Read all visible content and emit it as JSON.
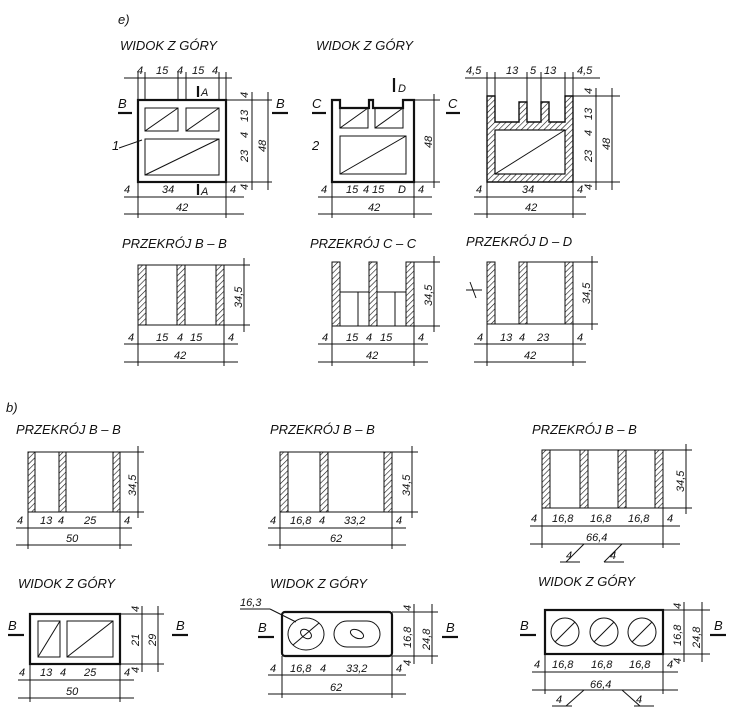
{
  "section_a": {
    "label": "e)",
    "view1": {
      "title": "WIDOK Z GÓRY",
      "top_dims": [
        "4",
        "15",
        "4",
        "15",
        "4"
      ],
      "right_dims": [
        "4",
        "13",
        "4",
        "23",
        "4"
      ],
      "right_total": "48",
      "bottom_dims": [
        "4",
        "34",
        "4"
      ],
      "bottom_total": "42",
      "cut_left": "B",
      "cut_right": "B",
      "cut_top": "A",
      "cut_bottom": "A",
      "callout": "1"
    },
    "view2": {
      "title": "WIDOK Z GÓRY",
      "right_total": "48",
      "bottom_dims": [
        "4",
        "15",
        "4",
        "15",
        "D",
        "4"
      ],
      "bottom_total": "42",
      "cut_left": "C",
      "cut_right": "C",
      "cut_top": "D",
      "callout": "2"
    },
    "view3": {
      "top_dims": [
        "4,5",
        "13",
        "5",
        "13",
        "4,5"
      ],
      "right_dims": [
        "4",
        "13",
        "4",
        "23",
        "4"
      ],
      "right_total": "48",
      "bottom_dims": [
        "4",
        "34",
        "4"
      ],
      "bottom_total": "42"
    },
    "sec_bb": {
      "title": "PRZEKRÓJ B – B",
      "height": "34,5",
      "dims": [
        "4",
        "15",
        "4",
        "15",
        "4"
      ],
      "total": "42"
    },
    "sec_cc": {
      "title": "PRZEKRÓJ C – C",
      "height": "34,5",
      "dims": [
        "4",
        "15",
        "4",
        "15",
        "4"
      ],
      "total": "42"
    },
    "sec_dd": {
      "title": "PRZEKRÓJ D – D",
      "height": "34,5",
      "dims": [
        "4",
        "13",
        "4",
        "23",
        "4"
      ],
      "total": "42"
    }
  },
  "section_b": {
    "label": "b)",
    "s1": {
      "title": "PRZEKRÓJ B – B",
      "height": "34,5",
      "dims": [
        "4",
        "13",
        "4",
        "25",
        "4"
      ],
      "total": "50"
    },
    "s2": {
      "title": "PRZEKRÓJ B – B",
      "height": "34,5",
      "dims": [
        "4",
        "16,8",
        "4",
        "33,2",
        "4"
      ],
      "total": "62"
    },
    "s3": {
      "title": "PRZEKRÓJ B – B",
      "height": "34,5",
      "dims": [
        "4",
        "16,8",
        "16,8",
        "16,8",
        "4"
      ],
      "total": "66,4",
      "web": "4"
    },
    "t1": {
      "title": "WIDOK Z GÓRY",
      "cut": "B",
      "right_dims": [
        "4",
        "21",
        "4"
      ],
      "right_total": "29",
      "dims": [
        "4",
        "13",
        "4",
        "25",
        "4"
      ],
      "total": "50"
    },
    "t2": {
      "title": "WIDOK Z GÓRY",
      "cut": "B",
      "hole_label": "16,3",
      "right_dims": [
        "4",
        "16,8",
        "4"
      ],
      "right_total": "24,8",
      "dims": [
        "4",
        "16,8",
        "4",
        "33,2",
        "4"
      ],
      "total": "62"
    },
    "t3": {
      "title": "WIDOK Z GÓRY",
      "cut": "B",
      "right_dims": [
        "4",
        "16,8",
        "4"
      ],
      "right_total": "24,8",
      "dims": [
        "4",
        "16,8",
        "16,8",
        "16,8",
        "4"
      ],
      "total": "66,4",
      "web": "4"
    }
  }
}
